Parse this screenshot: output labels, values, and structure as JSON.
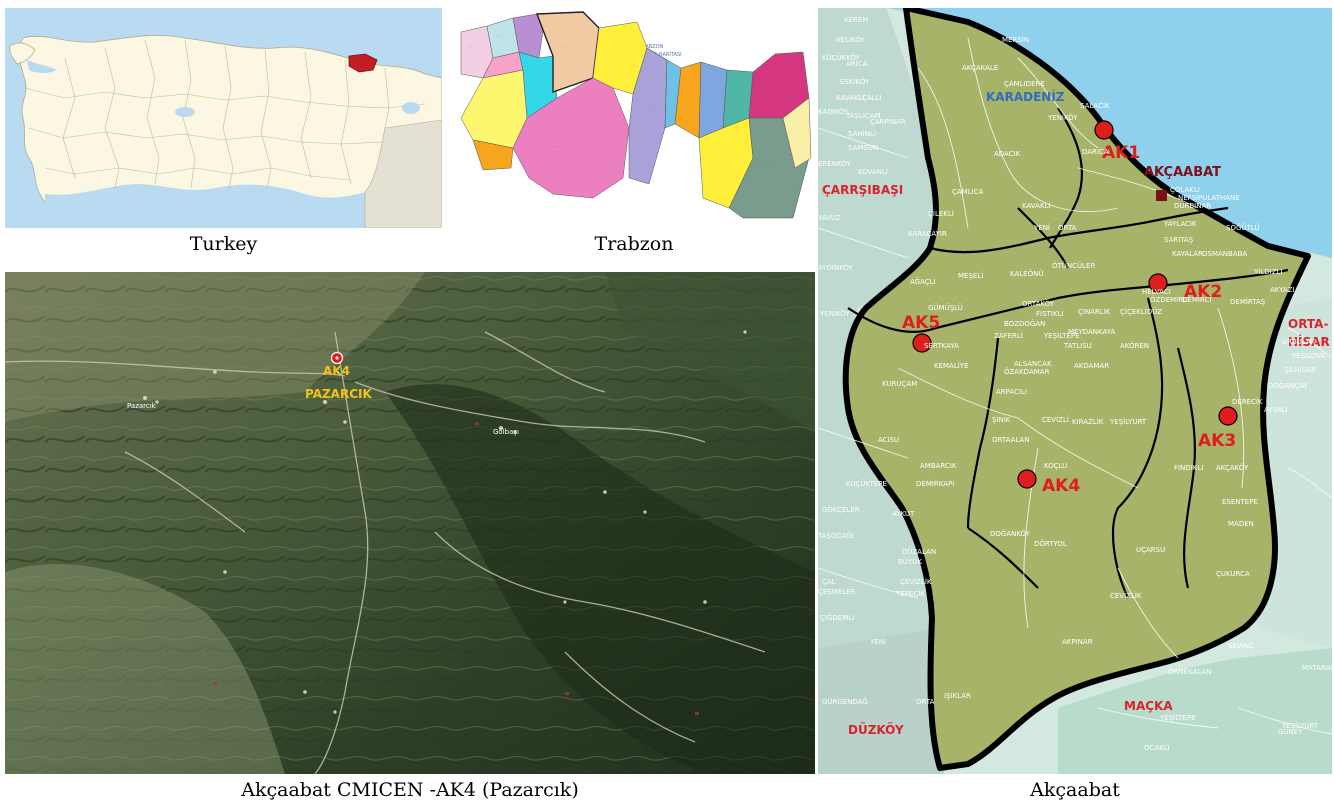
{
  "captions": {
    "turkey": "Turkey",
    "trabzon": "Trabzon",
    "satellite": "Akçaabat CMICEN -AK4 (Pazarcık)",
    "akcaabat": "Akçaabat"
  },
  "trabzon_map": {
    "title_line1": "TRABZON",
    "title_line2": "BÜYÜKŞEHİR HARİTASI"
  },
  "satellite": {
    "marker_code": "AK4",
    "marker_place": "PAZARCIK",
    "village_left": "Pazarcık",
    "village_right": "Gölbaşı"
  },
  "akcaabat_map": {
    "sea": "KARADENİZ",
    "town": "AKÇAABAT",
    "regions": {
      "carsibasi": "ÇARRŞIBAŞI",
      "ortahisar_1": "ORTA-",
      "ortahisar_2": "HİSAR",
      "duzkoy": "DÜZKÖY",
      "macka": "MAÇKA"
    },
    "stations": [
      {
        "code": "AK1"
      },
      {
        "code": "AK2"
      },
      {
        "code": "AK3"
      },
      {
        "code": "AK4"
      },
      {
        "code": "AK5"
      }
    ],
    "villages": [
      "KEREM",
      "MERSİN",
      "VELİKÖY",
      "KÜÇÜKKÖY",
      "ARICA",
      "ESKİKÖY",
      "KAVAKLI",
      "ÇALLI",
      "KADIKÖY",
      "AKÇAKALE",
      "ÇAMLIDERE",
      "SALACIK",
      "YENİKÖY",
      "DARICA",
      "TAŞLIÇAM",
      "ŞAHİNLİ",
      "SAMSUN",
      "ÇARPINAR",
      "ADACIK",
      "ÇOLAKLI",
      "NEFSİPULATHANE",
      "DÜRBİNAR",
      "ERENKÖY",
      "KOVANLI",
      "ÇAMLICA",
      "KAVAKLI",
      "YENİ",
      "ORTA",
      "YAYLACIK",
      "SÖĞÜTLÜ",
      "ÇİLEKLİ",
      "YAVUZ",
      "KARAÇAYIR",
      "SARITAŞ",
      "KAYALAR",
      "OSMANBABA",
      "MEŞELİ",
      "KALEÖNÜ",
      "ÖTÜNCÜLER",
      "YILDIZLI",
      "AYDINKÖY",
      "AĞAÇLI",
      "HELVACI",
      "ÖZDEMİRCİ",
      "DEMİRCİ",
      "ORTAKÖY",
      "AKYAZI",
      "YENİKÖY",
      "FISTIKLI",
      "ÇINARLIK",
      "ÇİÇEKLİDÜZ",
      "DEMİRTAŞ",
      "GÜMÜŞLÜ",
      "BOZDOĞAN",
      "MEYDANKAYA",
      "SERTKAYA",
      "ZAFERLİ",
      "YEŞİLTEPE",
      "TATLISU",
      "AKÖREN",
      "ÜRBULAK",
      "YEŞİLOVA",
      "ŞİLHİSAR",
      "KEMALİYE",
      "ALSANCAK",
      "ÖZAKDAMAR",
      "AKDAMAR",
      "DERECİK",
      "DOĞANÇAY",
      "AYVALI",
      "KURUÇAM",
      "ARPACILI",
      "ŞİNİK",
      "CEVİZLİ",
      "KIRAZLIK",
      "YEŞİLYURT",
      "ACISU",
      "ORTAALAN",
      "FINDIKLI",
      "AKÇAKÖY",
      "AMBARCIK",
      "KOÇLU",
      "KÜÇÜKTEPE",
      "DEMİRKAPI",
      "ESENTEPE",
      "GÖKÇELER",
      "AYKUT",
      "MADEN",
      "DOĞANKÖY",
      "TAŞOCAĞI",
      "DÖRTYOL",
      "UÇARSU",
      "DÜZALAN",
      "BÜYÜK",
      "ÇAL",
      "ÇEŞMELER",
      "ÇEVİZLİK",
      "TEPECİK",
      "ÇUKURCA",
      "ÇİĞDEMLİ",
      "CEVİZLİK",
      "YENİ",
      "AKPINAR",
      "SEVİNÇ",
      "MATARACI",
      "ÖRNEKALAN",
      "IŞIKLAR",
      "GÜRGENDAĞ",
      "ORTA",
      "YEŞİLTEPE",
      "YEŞİLYURT",
      "GÜNEY",
      "OCAKLI"
    ]
  },
  "colors": {
    "sea_blue": "#8fd0ec",
    "akcaabat_land": "#a8b36a",
    "marker_red": "#e01d1d",
    "region_red": "#d8242a",
    "town_maroon": "#7a1118"
  }
}
